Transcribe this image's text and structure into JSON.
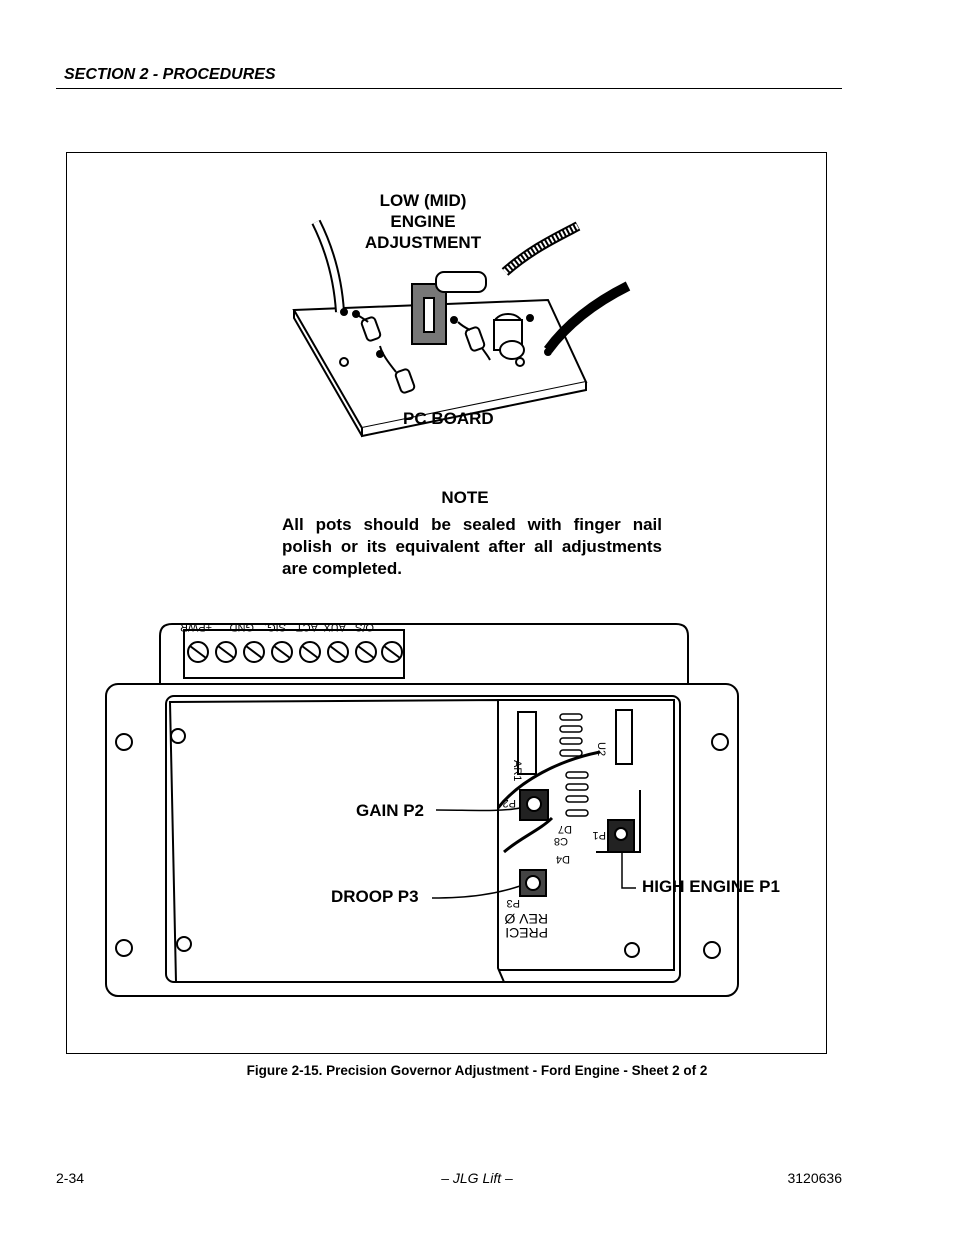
{
  "header": {
    "section_title": "SECTION 2 - PROCEDURES"
  },
  "figure": {
    "labels": {
      "low_mid_line1": "LOW (MID)",
      "low_mid_line2": "ENGINE",
      "low_mid_line3": "ADJUSTMENT",
      "pc_board": "PC BOARD",
      "gain": "GAIN P2",
      "droop": "DROOP P3",
      "high_engine": "HIGH ENGINE P1"
    },
    "terminal_labels": [
      "+PWR",
      "GND",
      "SIG.",
      "ACT",
      "AUX",
      "O/S"
    ],
    "board_text": {
      "ar1": "AR1",
      "u2": "U2",
      "p1": "P1",
      "p2": "P2",
      "p3": "P3",
      "d7": "D7",
      "c8": "C8",
      "d4": "D4",
      "rev": "REV Ø",
      "preci": "PRECI"
    },
    "caption": "Figure 2-15.  Precision Governor Adjustment - Ford Engine - Sheet 2 of 2"
  },
  "note": {
    "title": "NOTE",
    "body": "All pots should be sealed with finger nail polish or its equivalent after all adjustments are completed."
  },
  "footer": {
    "page": "2-34",
    "publisher": "– JLG Lift –",
    "doc_number": "3120636"
  }
}
